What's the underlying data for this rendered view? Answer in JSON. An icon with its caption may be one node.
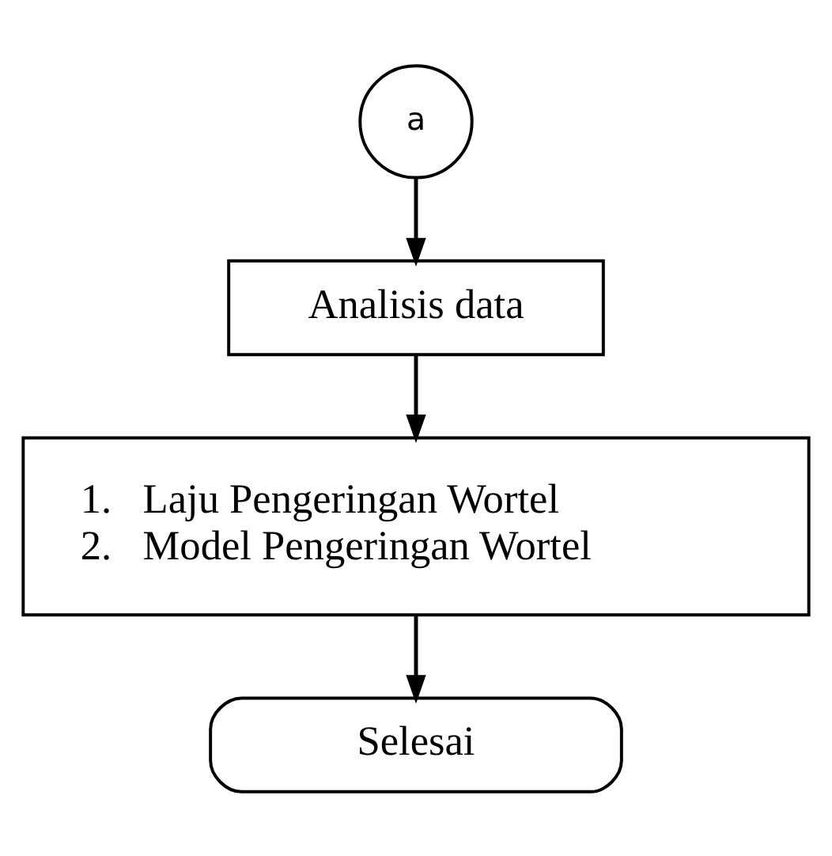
{
  "diagram": {
    "nodes": [
      {
        "text": [
          "a"
        ]
      },
      {
        "text": [
          "Analisis data"
        ]
      },
      {
        "text": [
          "1.   Laju Pengeringan Wortel",
          "2.   Model Pengeringan Wortel"
        ]
      },
      {
        "text": [
          "Selesai"
        ]
      }
    ],
    "edges": [
      {
        "from": 0,
        "to": 1,
        "arrow": "to"
      },
      {
        "from": 1,
        "to": 2,
        "arrow": "to"
      },
      {
        "from": 2,
        "to": 3,
        "arrow": "to"
      }
    ]
  }
}
